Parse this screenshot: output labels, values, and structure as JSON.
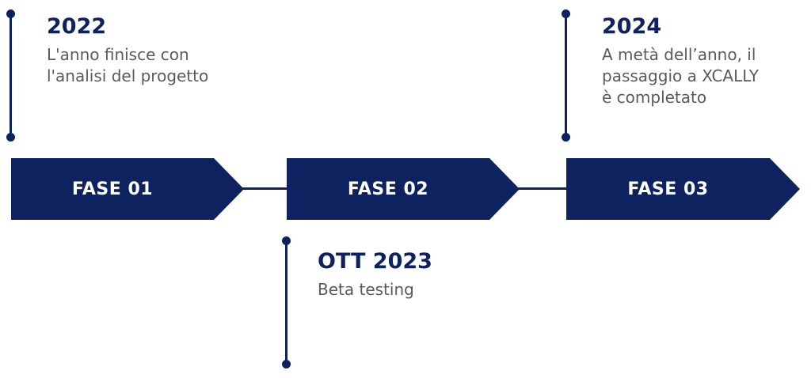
{
  "phases": [
    {
      "label": "FASE 01"
    },
    {
      "label": "FASE 02"
    },
    {
      "label": "FASE 03"
    }
  ],
  "milestones": [
    {
      "year": "2022",
      "description": "L'anno finisce con\nl'analisi del progetto"
    },
    {
      "year": "OTT 2023",
      "description": "Beta testing"
    },
    {
      "year": "2024",
      "description": "A metà dell’anno, il\npassaggio a XCALLY\nè completato"
    }
  ],
  "colors": {
    "primary": "#0e2260",
    "text_secondary": "#5a5a5a",
    "background": "#ffffff"
  }
}
